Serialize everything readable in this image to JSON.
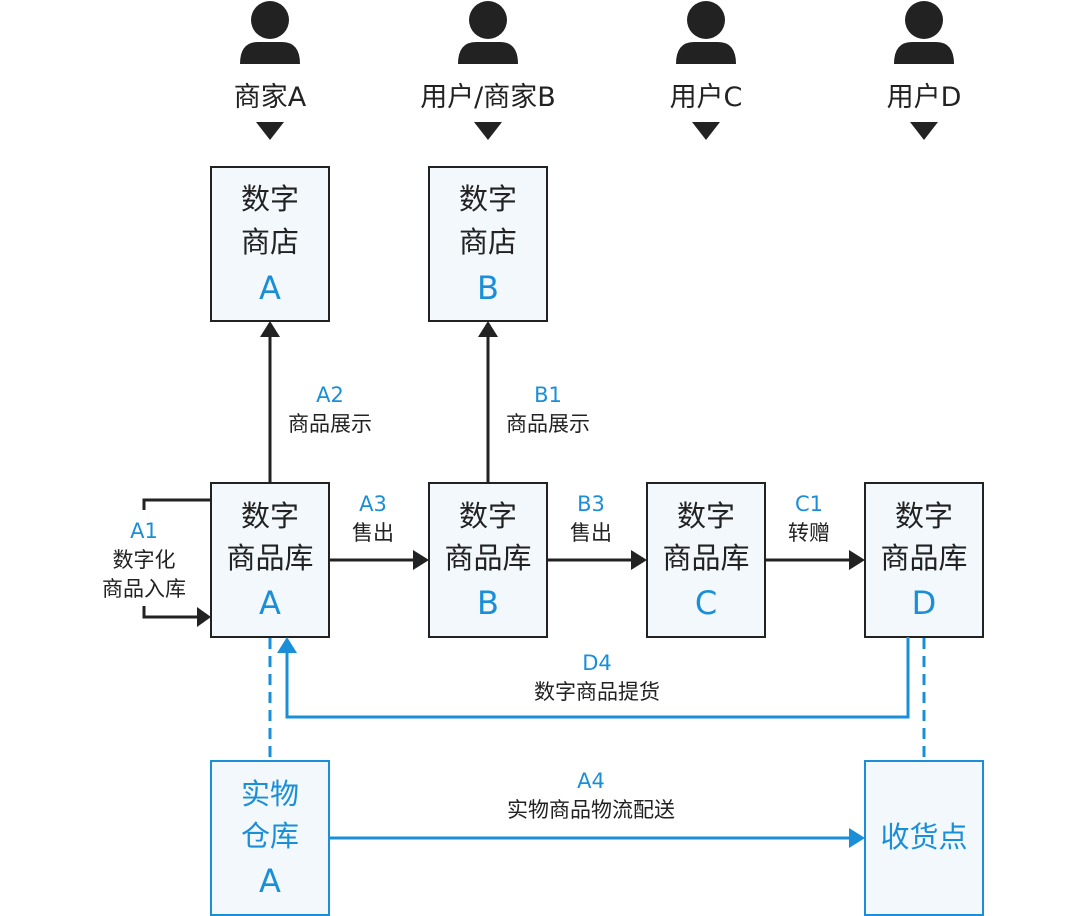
{
  "actors": [
    {
      "name": "商家A"
    },
    {
      "name": "用户/商家B"
    },
    {
      "name": "用户C"
    },
    {
      "name": "用户D"
    }
  ],
  "stores": [
    {
      "line1": "数字",
      "line2": "商店",
      "letter": "A"
    },
    {
      "line1": "数字",
      "line2": "商店",
      "letter": "B"
    }
  ],
  "warehouses": [
    {
      "line1": "数字",
      "line2": "商品库",
      "letter": "A"
    },
    {
      "line1": "数字",
      "line2": "商品库",
      "letter": "B"
    },
    {
      "line1": "数字",
      "line2": "商品库",
      "letter": "C"
    },
    {
      "line1": "数字",
      "line2": "商品库",
      "letter": "D"
    }
  ],
  "physical_warehouse": {
    "line1": "实物",
    "line2": "仓库",
    "letter": "A"
  },
  "pickup_point": {
    "label": "收货点"
  },
  "steps": {
    "a1": {
      "code": "A1",
      "line1": "数字化",
      "line2": "商品入库"
    },
    "a2": {
      "code": "A2",
      "text": "商品展示"
    },
    "b1": {
      "code": "B1",
      "text": "商品展示"
    },
    "a3": {
      "code": "A3",
      "text": "售出"
    },
    "b3": {
      "code": "B3",
      "text": "售出"
    },
    "c1": {
      "code": "C1",
      "text": "转赠"
    },
    "d4": {
      "code": "D4",
      "text": "数字商品提货"
    },
    "a4": {
      "code": "A4",
      "text": "实物商品物流配送"
    }
  },
  "colors": {
    "accent": "#1a8fd8",
    "dark": "#222222",
    "box_fill": "#f2f8fc"
  }
}
